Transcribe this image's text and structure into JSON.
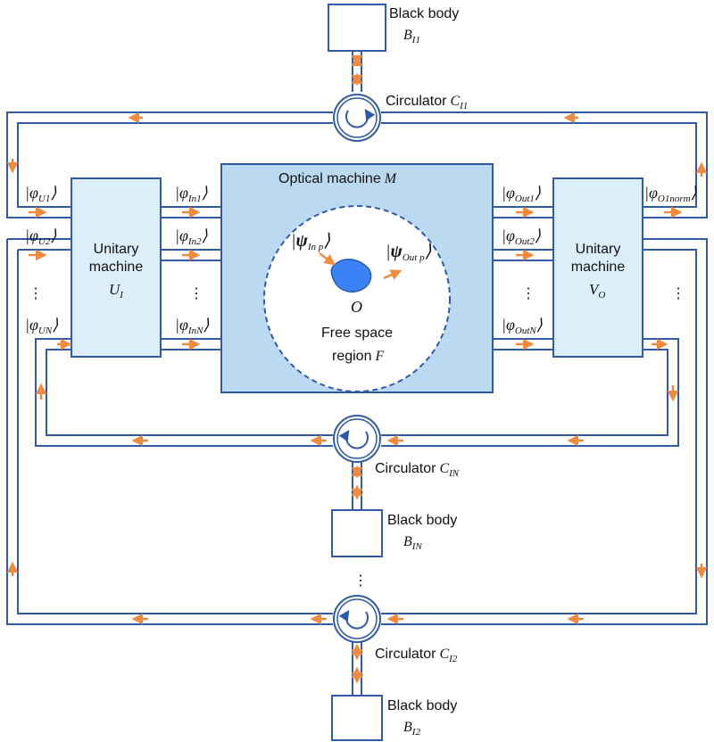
{
  "colors": {
    "line": "#2e5aa8",
    "arrow": "#f08a3c",
    "optical_fill": "#bcd9f2",
    "unitary_fill": "#dceefa",
    "object_fill": "#3b82f6",
    "text": "#111111"
  },
  "black_bodies": {
    "b1": {
      "label": "Black body",
      "symbol": "B",
      "sub": "I1"
    },
    "bn": {
      "label": "Black body",
      "symbol": "B",
      "sub": "IN"
    },
    "b2": {
      "label": "Black body",
      "symbol": "B",
      "sub": "I2"
    }
  },
  "circulators": {
    "c1": {
      "label": "Circulator",
      "symbol": "C",
      "sub": "I1"
    },
    "cn": {
      "label": "Circulator",
      "symbol": "C",
      "sub": "IN"
    },
    "c2": {
      "label": "Circulator",
      "symbol": "C",
      "sub": "I2"
    }
  },
  "optical_machine": {
    "label": "Optical machine",
    "symbol": "M"
  },
  "free_space": {
    "line1": "Free space",
    "line2": "region",
    "symbol": "F"
  },
  "object": {
    "symbol": "O"
  },
  "unitary_left": {
    "line1": "Unitary",
    "line2": "machine",
    "symbol": "U",
    "sub": "I"
  },
  "unitary_right": {
    "line1": "Unitary",
    "line2": "machine",
    "symbol": "V",
    "sub": "O"
  },
  "kets": {
    "u1": {
      "sym": "φ",
      "sub": "U1"
    },
    "u2": {
      "sym": "φ",
      "sub": "U2"
    },
    "un": {
      "sym": "φ",
      "sub": "UN"
    },
    "in1": {
      "sym": "φ",
      "sub": "In1"
    },
    "in2": {
      "sym": "φ",
      "sub": "In2"
    },
    "inn": {
      "sym": "φ",
      "sub": "InN"
    },
    "out1": {
      "sym": "φ",
      "sub": "Out1"
    },
    "out2": {
      "sym": "φ",
      "sub": "Out2"
    },
    "outn": {
      "sym": "φ",
      "sub": "OutN"
    },
    "o1norm": {
      "sym": "φ",
      "sub": "O1norm"
    },
    "psi_in": {
      "sym": "ψ",
      "sub": "In p"
    },
    "psi_out": {
      "sym": "ψ",
      "sub": "Out p"
    }
  },
  "ellipsis": {
    "vertical": "⋮"
  }
}
